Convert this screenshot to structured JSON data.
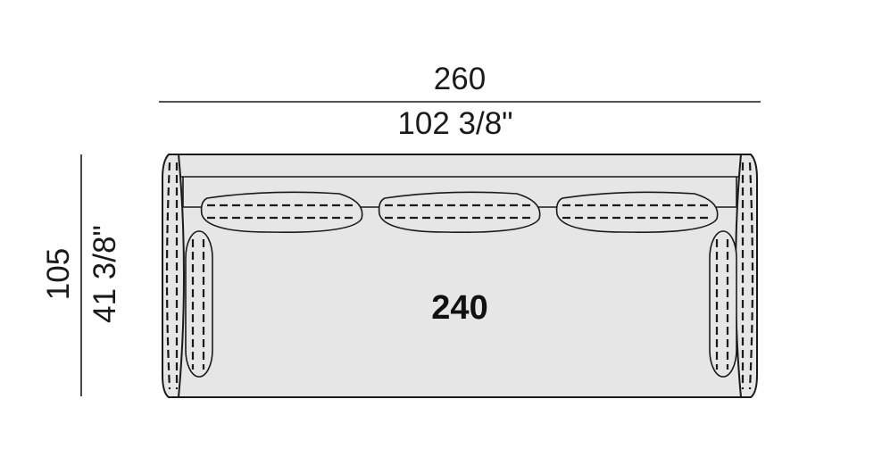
{
  "dimensions": {
    "width_cm": "260",
    "width_in": "102 3/8\"",
    "depth_cm": "105",
    "depth_in": "41 3/8\""
  },
  "model": {
    "code": "240"
  }
}
